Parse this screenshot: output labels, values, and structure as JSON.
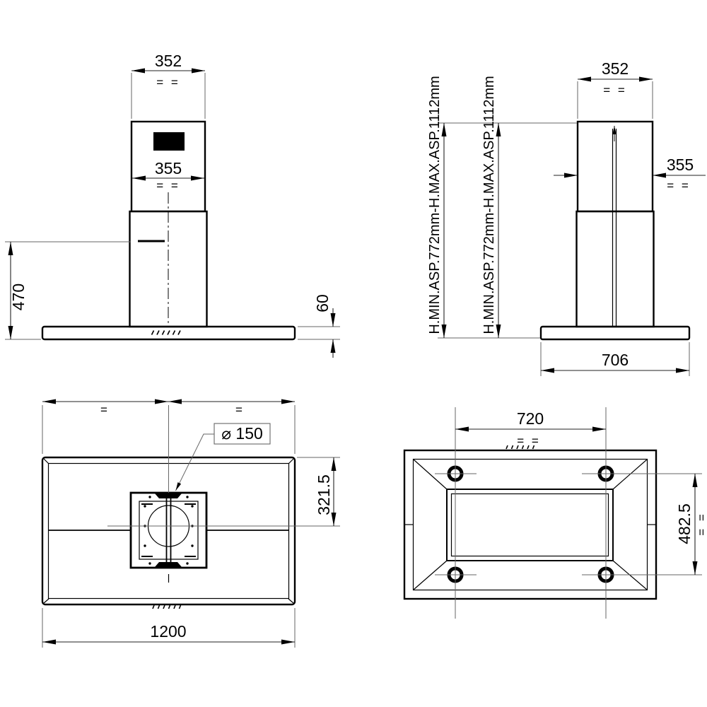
{
  "front_view": {
    "dim_top_width": "352",
    "dim_body_width": "355",
    "dim_height": "470",
    "dim_base_height": "60",
    "equals_top": "= =",
    "equals_body": "= ="
  },
  "side_view": {
    "dim_top_depth": "352",
    "dim_body_depth": "355",
    "dim_base_depth": "706",
    "height_range_left": "H.MIN.ASP.772mm-H.MAX.ASP.1112mm",
    "height_range_right": "H.MIN.ASP.772mm-H.MAX.ASP.1112mm",
    "equals_top": "= =",
    "equals_body": "= ="
  },
  "top_view": {
    "dim_total_width": "1200",
    "dim_duct": "⌀ 150",
    "dim_center_offset": "321.5",
    "equals_left": "=",
    "equals_right": "="
  },
  "ceiling_view": {
    "dim_holes_x": "720",
    "dim_holes_y": "482.5",
    "equals_x": "= =",
    "equals_y": "= ="
  },
  "colors": {
    "line": "#000000",
    "dim": "#666666",
    "background": "#ffffff"
  }
}
